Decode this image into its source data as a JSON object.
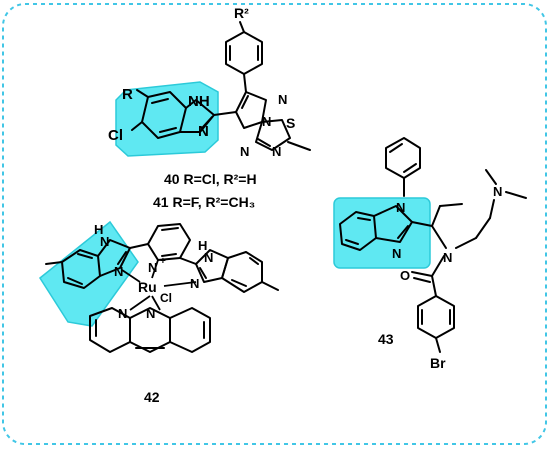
{
  "colors": {
    "frame": "#41c6e6",
    "highlight": "#5fe8f2",
    "ink": "#000000"
  },
  "compounds": [
    {
      "id": "40",
      "caption": "40 R=Cl, R²=H"
    },
    {
      "id": "41",
      "caption": "41 R=F, R²=CH₃"
    },
    {
      "id": "42",
      "caption": "42"
    },
    {
      "id": "43",
      "caption": "43"
    }
  ],
  "atoms": {
    "R": "R",
    "R2": "R²",
    "Cl": "Cl",
    "NH": "NH",
    "N": "N",
    "S": "S",
    "H": "H",
    "Ru": "Ru",
    "RuCl": "Cl",
    "O": "O",
    "Br": "Br",
    "plus": "+"
  }
}
